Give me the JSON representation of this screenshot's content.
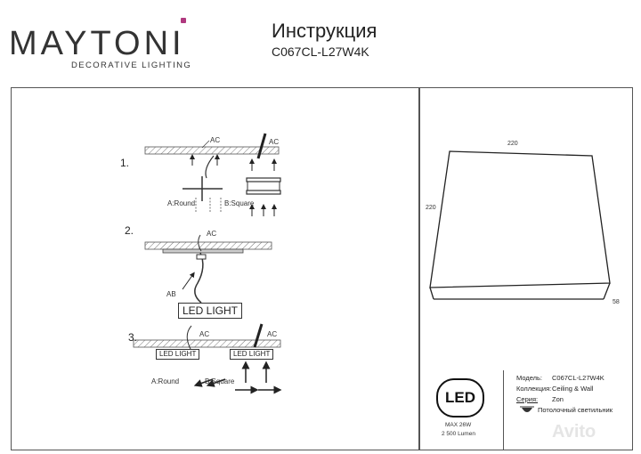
{
  "header": {
    "brand": "MAYTONI",
    "tagline": "DECORATIVE LIGHTING",
    "title": "Инструкция",
    "model_code": "C067CL-L27W4K"
  },
  "steps": {
    "step1": {
      "number": "1.",
      "label_ac_left": "AC",
      "label_ac_right": "AC",
      "label_round": "A:Round",
      "label_square": "B:Square"
    },
    "step2": {
      "number": "2.",
      "label_ac": "AC",
      "label_ab": "AB",
      "led_light": "LED LIGHT"
    },
    "step3": {
      "number": "3.",
      "label_ac_left": "AC",
      "label_ac_right": "AC",
      "led_light_left": "LED LIGHT",
      "led_light_right": "LED LIGHT",
      "label_round": "A:Round",
      "label_square": "B:Square"
    }
  },
  "dimensions": {
    "width": "220",
    "depth": "220",
    "height": "58"
  },
  "led_badge": {
    "text": "LED",
    "power": "MAX 26W",
    "lumen": "2 500 Lumen"
  },
  "info": {
    "model_label": "Модель:",
    "model_value": "C067CL-L27W4K",
    "collection_label": "Коллекция:",
    "collection_value": "Ceiling & Wall",
    "series_label": "Серия:",
    "series_value": "Zon",
    "type_value": "Потолочный светильник"
  },
  "watermark": "Avito"
}
